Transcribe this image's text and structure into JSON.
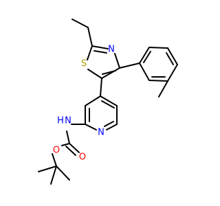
{
  "molecule": {
    "atoms": {
      "N_thiazole": {
        "symbol": "N",
        "color": "#0000ff"
      },
      "S_thiazole": {
        "symbol": "S",
        "color": "#b2a100"
      },
      "N_pyridine": {
        "symbol": "N",
        "color": "#0000ff"
      },
      "NH_carbamate": {
        "symbol": "H",
        "color": "#0000ff"
      },
      "N_carbamate": {
        "symbol": "N",
        "color": "#0000ff"
      },
      "O_ester": {
        "symbol": "O",
        "color": "#ff0000"
      },
      "O_carbonyl": {
        "symbol": "O",
        "color": "#ff0000"
      }
    },
    "bond_color": "#000000"
  }
}
